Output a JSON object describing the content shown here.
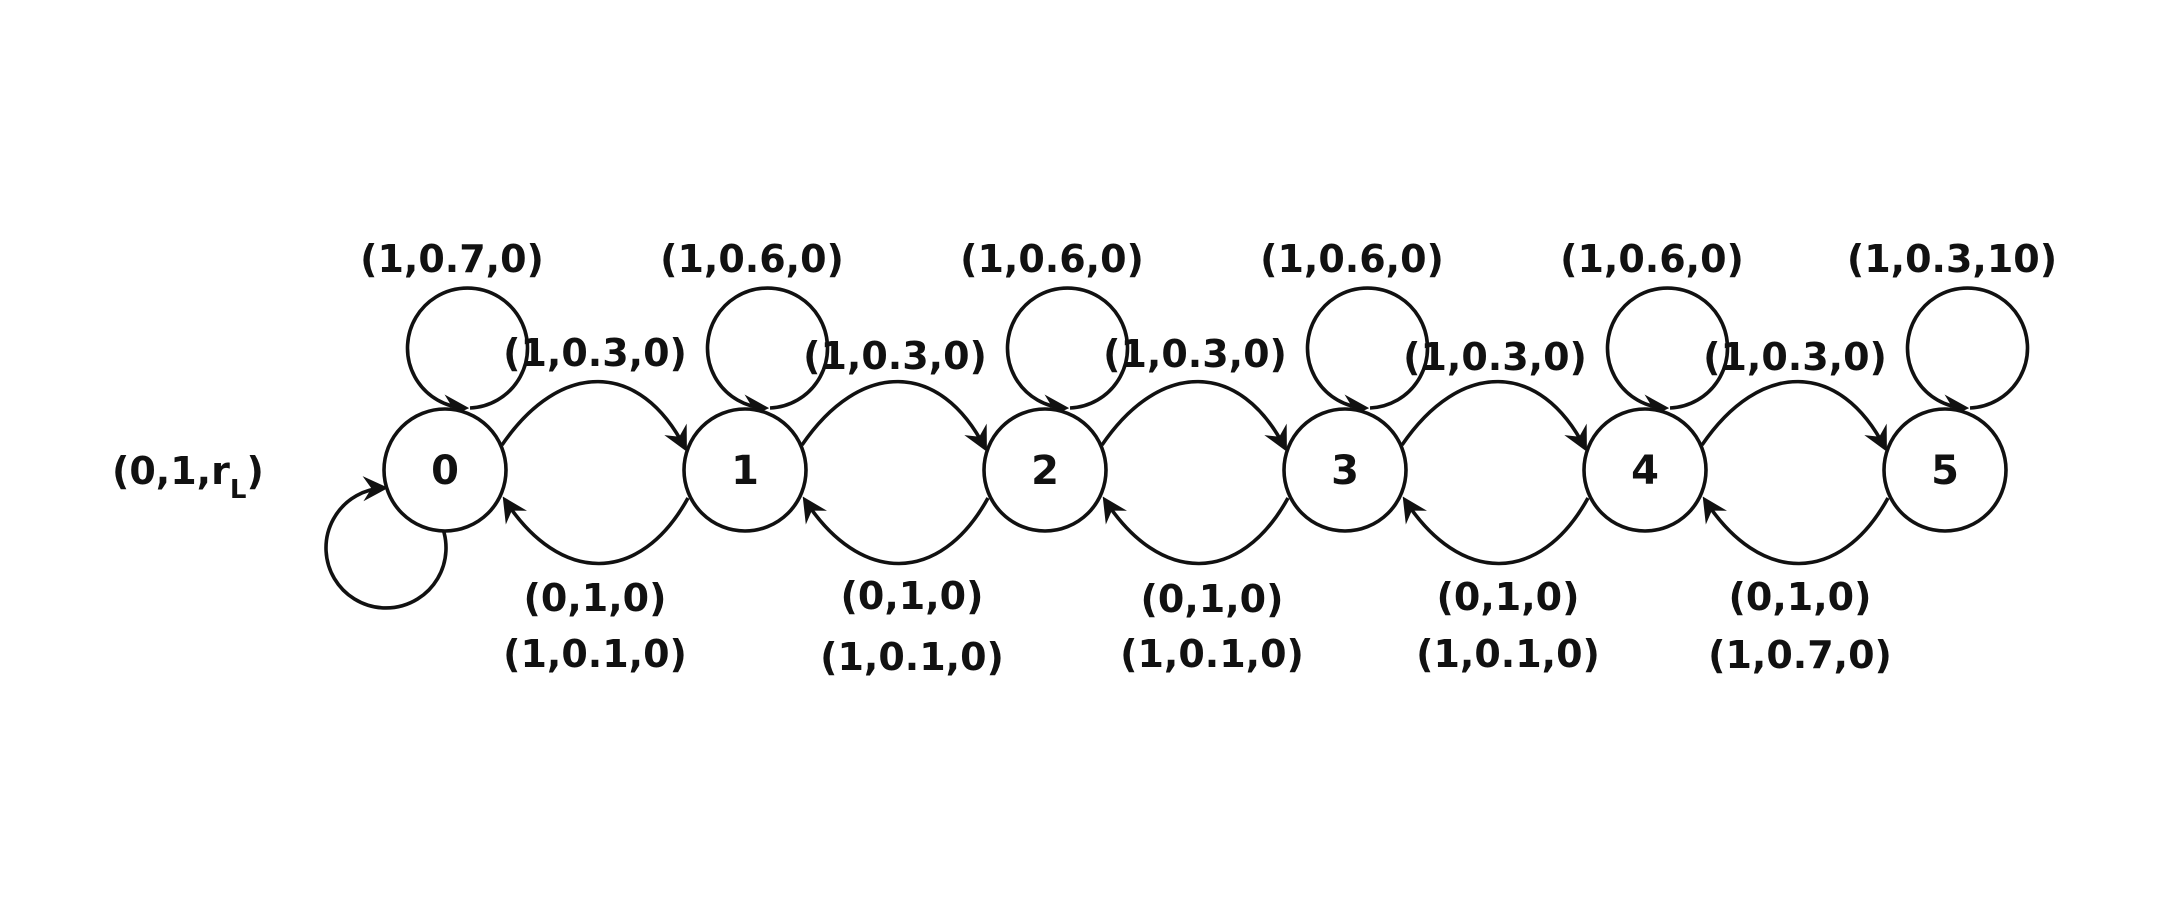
{
  "nodes": [
    "0",
    "1",
    "2",
    "3",
    "4",
    "5"
  ],
  "top_self_loops": [
    "(1,0.7,0)",
    "(1,0.6,0)",
    "(1,0.6,0)",
    "(1,0.6,0)",
    "(1,0.6,0)",
    "(1,0.3,10)"
  ],
  "forward_edges": [
    "(1,0.3,0)",
    "(1,0.3,0)",
    "(1,0.3,0)",
    "(1,0.3,0)",
    "(1,0.3,0)"
  ],
  "backward_edges": [
    {
      "line1": "(0,1,0)",
      "line2": "(1,0.1,0)"
    },
    {
      "line1": "(0,1,0)",
      "line2": "(1,0.1,0)"
    },
    {
      "line1": "(0,1,0)",
      "line2": "(1,0.1,0)"
    },
    {
      "line1": "(0,1,0)",
      "line2": "(1,0.1,0)"
    },
    {
      "line1": "(0,1,0)",
      "line2": "(1,0.7,0)"
    }
  ],
  "left_self_loop": {
    "prefix": "(0,1,r",
    "subscript": "L",
    "suffix": ")"
  }
}
